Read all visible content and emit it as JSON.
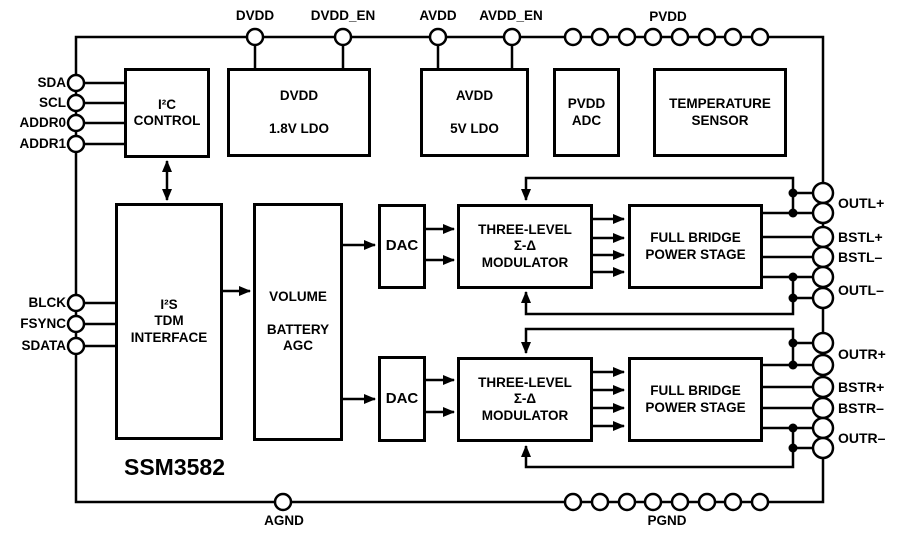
{
  "chip": {
    "name": "SSM3582"
  },
  "colors": {
    "line": "#000000",
    "background": "#ffffff",
    "text": "#000000"
  },
  "blocks": {
    "i2c_control": "I²C\nCONTROL",
    "dvdd_ldo": "DVDD\n\n1.8V LDO",
    "avdd_ldo": "AVDD\n\n5V LDO",
    "pvdd_adc": "PVDD\nADC",
    "temp_sensor": "TEMPERATURE\nSENSOR",
    "i2s_tdm": "I²S\nTDM\nINTERFACE",
    "volume_agc": "VOLUME\n\nBATTERY\nAGC",
    "dac_left": "DAC",
    "dac_right": "DAC",
    "modulator_left": "THREE-LEVEL\nΣ-Δ\nMODULATOR",
    "modulator_right": "THREE-LEVEL\nΣ-Δ\nMODULATOR",
    "power_stage_left": "FULL BRIDGE\nPOWER STAGE",
    "power_stage_right": "FULL BRIDGE\nPOWER STAGE"
  },
  "pins": {
    "top": {
      "dvdd": "DVDD",
      "dvdd_en": "DVDD_EN",
      "avdd": "AVDD",
      "avdd_en": "AVDD_EN",
      "pvdd": "PVDD"
    },
    "left": {
      "sda": "SDA",
      "scl": "SCL",
      "addr0": "ADDR0",
      "addr1": "ADDR1",
      "blck": "BLCK",
      "fsync": "FSYNC",
      "sdata": "SDATA"
    },
    "right": {
      "outl_p": "OUTL+",
      "bstl_p": "BSTL+",
      "bstl_n": "BSTL–",
      "outl_n": "OUTL–",
      "outr_p": "OUTR+",
      "bstr_p": "BSTR+",
      "bstr_n": "BSTR–",
      "outr_n": "OUTR–"
    },
    "bottom": {
      "agnd": "AGND",
      "pgnd": "PGND"
    }
  }
}
